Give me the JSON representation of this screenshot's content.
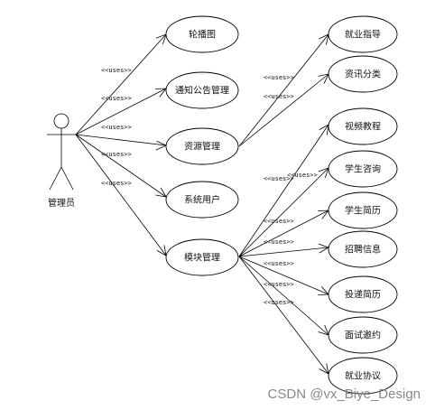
{
  "actor": {
    "name": "管理员"
  },
  "stereotype": "<<uses>>",
  "use_cases": {
    "carousel": "轮播图",
    "notice": "通知公告管理",
    "resource": "资源管理",
    "system_user": "系统用户",
    "module": "模块管理",
    "career_guidance": "就业指导",
    "info_category": "资讯分类",
    "video_tutorial": "视频教程",
    "student_consult": "学生咨询",
    "student_resume": "学生简历",
    "recruitment_info": "招聘信息",
    "resume_delivery": "投递简历",
    "interview_invitation": "面试邀约",
    "employment_agreement": "就业协议"
  },
  "watermark": "CSDN @vx_Biye_Design"
}
